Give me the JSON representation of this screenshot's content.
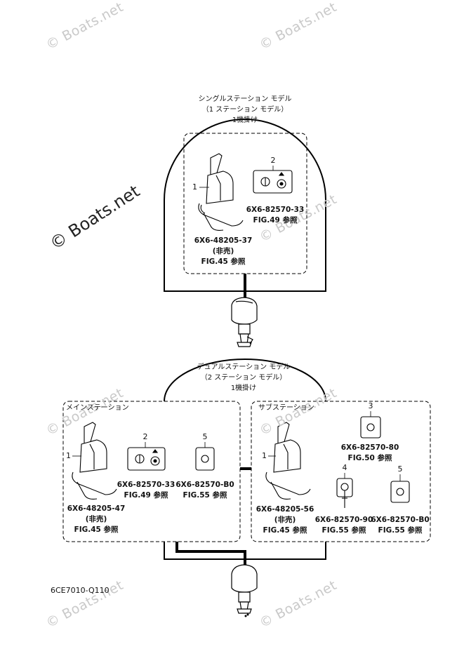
{
  "single_station": {
    "title": "シングルステーション モデル",
    "subtitle": "（1 ステーション モデル）",
    "caption": "1機掛け",
    "items": [
      {
        "index": "1",
        "part_no": "6X6-48205-37",
        "note": "(非売)",
        "fig": "FIG.45 参照"
      },
      {
        "index": "2",
        "part_no": "6X6-82570-33",
        "fig": "FIG.49 参照"
      }
    ]
  },
  "dual_station": {
    "title": "デュアルステーション モデル",
    "subtitle": "（2 ステーション モデル）",
    "caption": "1機掛け"
  },
  "main_station": {
    "title": "メインステーション",
    "items": [
      {
        "index": "1",
        "part_no": "6X6-48205-47",
        "note": "(非売)",
        "fig": "FIG.45 参照"
      },
      {
        "index": "2",
        "part_no": "6X6-82570-33",
        "fig": "FIG.49 参照"
      },
      {
        "index": "5",
        "part_no": "6X6-82570-B0",
        "fig": "FIG.55 参照"
      }
    ]
  },
  "sub_station": {
    "title": "サブステーション",
    "items": [
      {
        "index": "1",
        "part_no": "6X6-48205-56",
        "note": "(非売)",
        "fig": "FIG.45 参照"
      },
      {
        "index": "3",
        "part_no": "6X6-82570-80",
        "fig": "FIG.50 参照"
      },
      {
        "index": "4",
        "part_no": "6X6-82570-90",
        "fig": "FIG.55 参照"
      },
      {
        "index": "5",
        "part_no": "6X6-82570-B0",
        "fig": "FIG.55 参照"
      }
    ]
  },
  "drawing_code": "6CE7010-Q110",
  "watermark": {
    "text": "© Boats.net",
    "prominent": "© Boats.net"
  }
}
